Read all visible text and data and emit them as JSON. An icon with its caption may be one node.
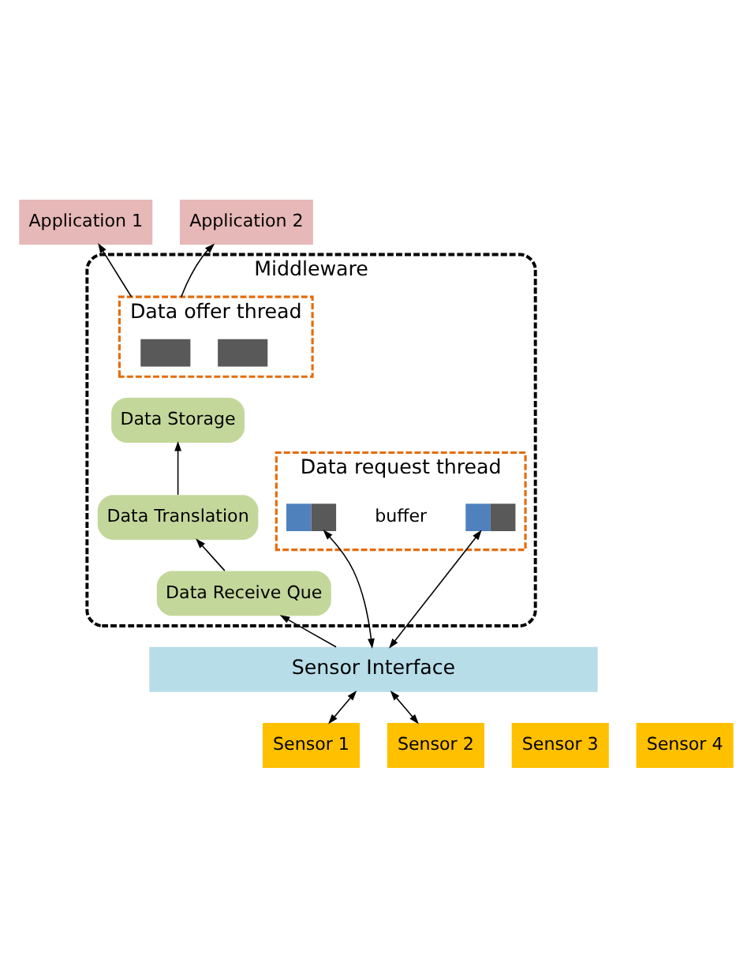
{
  "diagram": {
    "nodes": [
      {
        "text": [
          "Application 1"
        ]
      },
      {
        "text": [
          "Application 2"
        ]
      },
      {
        "text": [
          "Middleware"
        ]
      },
      {
        "text": [
          "Data offer thread"
        ],
        "in": 2
      },
      {
        "text": [],
        "shape": "box",
        "in": 3
      },
      {
        "text": [],
        "shape": "box",
        "in": 3
      },
      {
        "text": [
          "Data Storage"
        ],
        "in": 2
      },
      {
        "text": [
          "Data Translation"
        ],
        "in": 2
      },
      {
        "text": [
          "Data request thread"
        ],
        "in": 2
      },
      {
        "text": [],
        "shape": "box",
        "in": 8,
        "beside": [
          "buffer"
        ]
      },
      {
        "text": [],
        "shape": "box",
        "in": 8
      },
      {
        "text": [
          "Data Receive Que"
        ],
        "in": 2
      },
      {
        "text": [
          "Sensor Interface"
        ]
      },
      {
        "text": [
          "Sensor 1"
        ]
      },
      {
        "text": [
          "Sensor 2"
        ]
      },
      {
        "text": [
          "Sensor 3"
        ]
      },
      {
        "text": [
          "Sensor 4"
        ]
      }
    ],
    "edges": [
      {
        "from": 3,
        "to": 0,
        "arrow": "to"
      },
      {
        "from": 3,
        "to": 1,
        "arrow": "to"
      },
      {
        "from": 7,
        "to": 6,
        "arrow": "to"
      },
      {
        "from": 11,
        "to": 7,
        "arrow": "to"
      },
      {
        "from": 12,
        "to": 11,
        "arrow": "to"
      },
      {
        "from": 9,
        "to": 12,
        "arrow": "both"
      },
      {
        "from": 10,
        "to": 12,
        "arrow": "both"
      },
      {
        "from": 12,
        "to": 13,
        "arrow": "both"
      },
      {
        "from": 12,
        "to": 14,
        "arrow": "both"
      }
    ]
  }
}
